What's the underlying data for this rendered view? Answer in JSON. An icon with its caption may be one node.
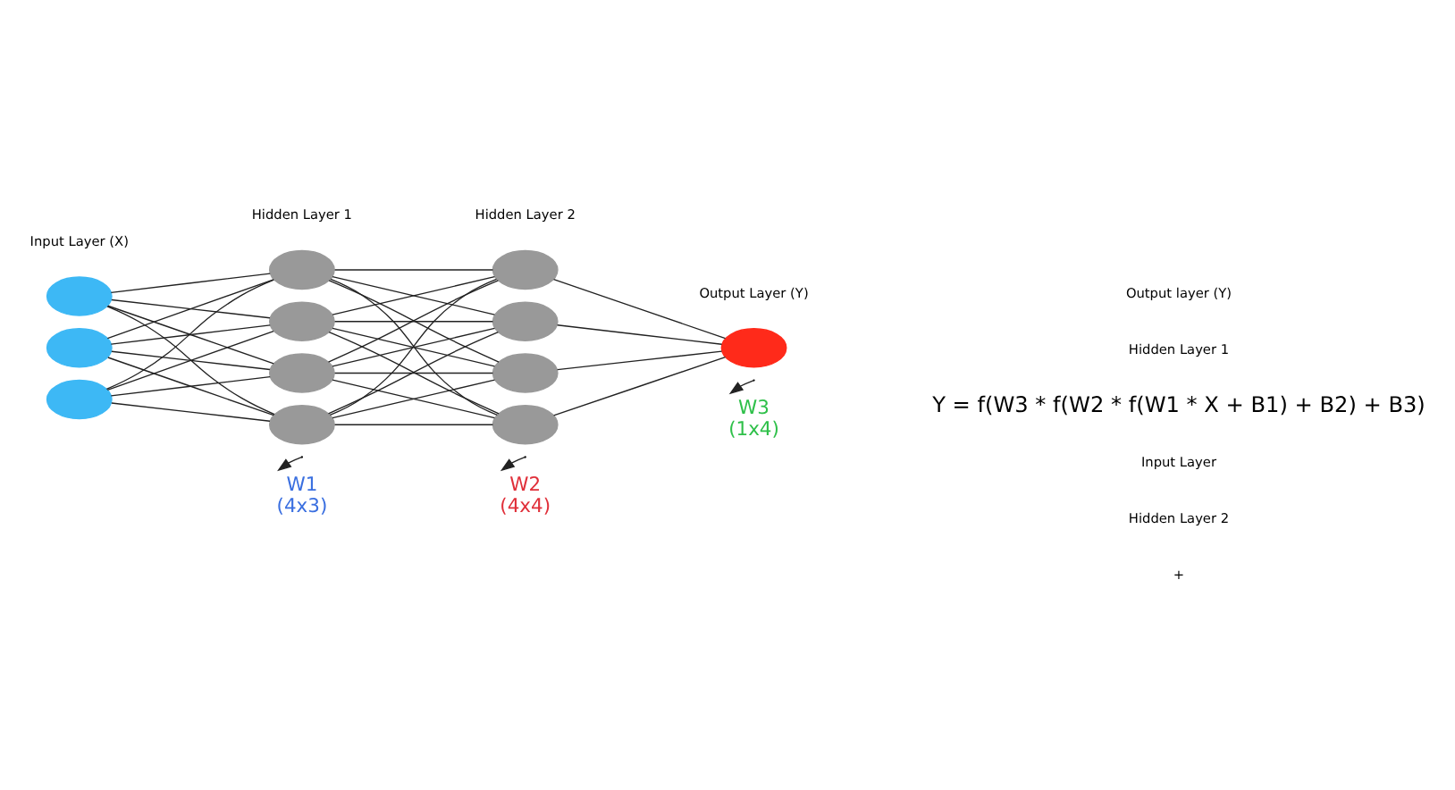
{
  "diagram": {
    "nodes": [
      {
        "text": [],
        "shape": "circle"
      },
      {
        "text": [],
        "shape": "circle"
      },
      {
        "text": [],
        "shape": "circle"
      },
      {
        "text": [],
        "shape": "circle"
      },
      {
        "text": [],
        "shape": "circle"
      },
      {
        "text": [],
        "shape": "circle"
      },
      {
        "text": [],
        "shape": "circle"
      },
      {
        "text": [],
        "shape": "circle"
      },
      {
        "text": [],
        "shape": "circle"
      },
      {
        "text": [],
        "shape": "circle"
      },
      {
        "text": [],
        "shape": "circle"
      },
      {
        "text": [],
        "shape": "circle"
      },
      {
        "text": [
          "W1",
          "(4x3)"
        ]
      },
      {
        "text": [
          "W2",
          "(4x4)"
        ]
      },
      {
        "text": [
          "W3",
          "(1x4)"
        ]
      }
    ],
    "edges": [
      {
        "from": 0,
        "to": 3,
        "arrow": "none"
      },
      {
        "from": 0,
        "to": 4,
        "arrow": "none"
      },
      {
        "from": 0,
        "to": 5,
        "arrow": "none"
      },
      {
        "from": 0,
        "to": 6,
        "arrow": "none"
      },
      {
        "from": 1,
        "to": 3,
        "arrow": "none"
      },
      {
        "from": 1,
        "to": 4,
        "arrow": "none"
      },
      {
        "from": 1,
        "to": 5,
        "arrow": "none"
      },
      {
        "from": 1,
        "to": 6,
        "arrow": "none"
      },
      {
        "from": 2,
        "to": 3,
        "arrow": "none"
      },
      {
        "from": 2,
        "to": 4,
        "arrow": "none"
      },
      {
        "from": 2,
        "to": 5,
        "arrow": "none"
      },
      {
        "from": 2,
        "to": 6,
        "arrow": "none"
      },
      {
        "from": 3,
        "to": 7,
        "arrow": "none"
      },
      {
        "from": 3,
        "to": 8,
        "arrow": "none"
      },
      {
        "from": 3,
        "to": 9,
        "arrow": "none"
      },
      {
        "from": 3,
        "to": 10,
        "arrow": "none"
      },
      {
        "from": 4,
        "to": 7,
        "arrow": "none"
      },
      {
        "from": 4,
        "to": 8,
        "arrow": "none"
      },
      {
        "from": 4,
        "to": 9,
        "arrow": "none"
      },
      {
        "from": 4,
        "to": 10,
        "arrow": "none"
      },
      {
        "from": 5,
        "to": 7,
        "arrow": "none"
      },
      {
        "from": 5,
        "to": 8,
        "arrow": "none"
      },
      {
        "from": 5,
        "to": 9,
        "arrow": "none"
      },
      {
        "from": 5,
        "to": 10,
        "arrow": "none"
      },
      {
        "from": 6,
        "to": 7,
        "arrow": "none"
      },
      {
        "from": 6,
        "to": 8,
        "arrow": "none"
      },
      {
        "from": 6,
        "to": 9,
        "arrow": "none"
      },
      {
        "from": 6,
        "to": 10,
        "arrow": "none"
      },
      {
        "from": 7,
        "to": 11,
        "arrow": "none"
      },
      {
        "from": 8,
        "to": 11,
        "arrow": "none"
      },
      {
        "from": 9,
        "to": 11,
        "arrow": "none"
      },
      {
        "from": 10,
        "to": 11,
        "arrow": "none"
      },
      {
        "from": null,
        "to": 12,
        "arrow": "to"
      },
      {
        "from": null,
        "to": 13,
        "arrow": "to"
      },
      {
        "from": null,
        "to": 14,
        "arrow": "to"
      }
    ],
    "labels": [
      "Input Layer (X)",
      "Hidden Layer 1",
      "Hidden Layer 2",
      "Output Layer (Y)",
      "Output layer (Y)",
      "Hidden Layer 1",
      "Y = f(W3 * f(W2 * f(W1 * X + B1) + B2) + B3)",
      "Input Layer",
      "Hidden Layer 2",
      "+"
    ]
  }
}
